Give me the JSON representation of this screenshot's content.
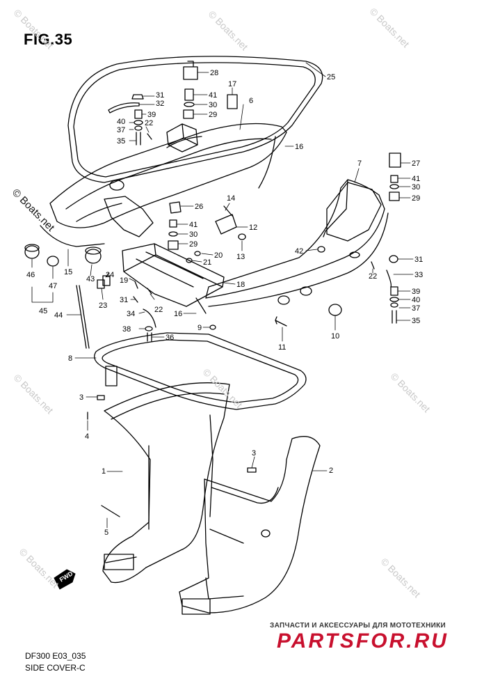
{
  "figure": {
    "title": "FIG.35",
    "model_code": "DF300 E03_035",
    "section_name": "SIDE COVER-C"
  },
  "copyright": "© Boats.net",
  "watermark_text": "© Boats.net",
  "brand": {
    "tagline": "ЗАПЧАСТИ И АКСЕССУАРЫ ДЛЯ МОТОТЕХНИКИ",
    "logo": "PARTSFOR.RU",
    "logo_color": "#c8102e"
  },
  "direction_marker": "FWD",
  "callouts": [
    "1",
    "2",
    "3",
    "3",
    "4",
    "5",
    "6",
    "7",
    "8",
    "9",
    "10",
    "11",
    "12",
    "13",
    "14",
    "15",
    "16",
    "16",
    "17",
    "18",
    "19",
    "20",
    "21",
    "22",
    "22",
    "22",
    "23",
    "24",
    "25",
    "26",
    "27",
    "28",
    "29",
    "29",
    "29",
    "30",
    "30",
    "30",
    "31",
    "31",
    "31",
    "32",
    "33",
    "34",
    "35",
    "35",
    "36",
    "37",
    "37",
    "38",
    "39",
    "39",
    "40",
    "40",
    "41",
    "41",
    "41",
    "42",
    "43",
    "44",
    "45",
    "46",
    "47"
  ]
}
